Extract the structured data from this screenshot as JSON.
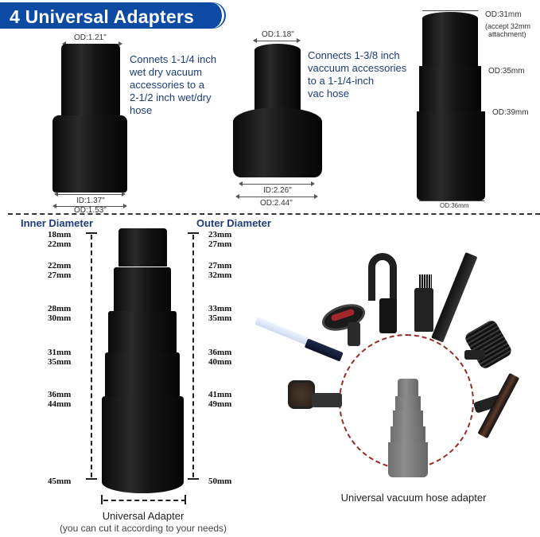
{
  "banner": {
    "title": "4 Universal Adapters",
    "color": "#0d4aa3"
  },
  "adapter1": {
    "top_od": "OD:1.21\"",
    "id": "ID:1.37\"",
    "bottom_od": "OD:1.53\"",
    "description": [
      "Connets 1-1/4 inch",
      "wet dry vacuum",
      "accessories to a",
      "2-1/2 inch wet/dry",
      "hose"
    ]
  },
  "adapter2": {
    "top_od": "OD:1.18\"",
    "id": "ID:2.26\"",
    "bottom_od": "OD:2.44\"",
    "description": [
      "Connects 1-3/8 inch",
      "vaccuum accessories",
      "to a 1-1/4-inch",
      "vac hose"
    ]
  },
  "adapter3": {
    "od1": "OD:31mm",
    "od1_note": [
      "(accept 32mm",
      "attachment)"
    ],
    "od2": "OD:35mm",
    "od3": "OD:39mm",
    "bottom_od": "OD:36mm"
  },
  "universal": {
    "inner_label": "Inner Diameter",
    "outer_label": "Outer Diameter",
    "inner": [
      [
        "18mm",
        "22mm"
      ],
      [
        "22mm",
        "27mm"
      ],
      [
        "28mm",
        "30mm"
      ],
      [
        "31mm",
        "35mm"
      ],
      [
        "36mm",
        "44mm"
      ],
      [
        "45mm"
      ]
    ],
    "outer": [
      [
        "23mm",
        "27mm"
      ],
      [
        "27mm",
        "32mm"
      ],
      [
        "33mm",
        "35mm"
      ],
      [
        "36mm",
        "40mm"
      ],
      [
        "41mm",
        "49mm"
      ],
      [
        "50mm"
      ]
    ],
    "caption": "Universal Adapter",
    "subcaption": "(you can cut it according to your needs)"
  },
  "accessories": {
    "caption": "Universal vacuum hose adapter",
    "circle_color": "#9a2a2a"
  }
}
